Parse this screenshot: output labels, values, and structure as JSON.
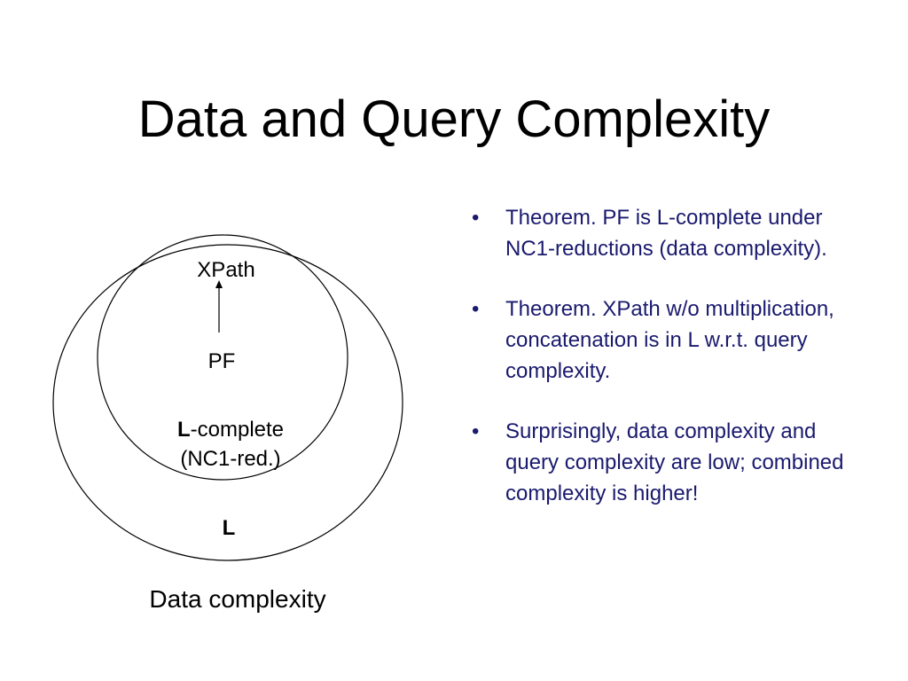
{
  "title": "Data and Query Complexity",
  "diagram": {
    "xpath": "XPath",
    "pf": "PF",
    "l_bold": "L",
    "l_complete_rest": "-complete",
    "nc1": "(NC1-red.)",
    "outer_label": "L",
    "caption": "Data complexity"
  },
  "bullets": [
    "Theorem. PF is L-complete under NC1-reductions (data complexity).",
    "Theorem. XPath w/o multiplication, concatenation is in L w.r.t. query complexity.",
    "Surprisingly, data complexity and query complexity are low; combined complexity is higher!"
  ],
  "bullet_glyph": "•",
  "colors": {
    "bullet_text": "#1a1a6e"
  }
}
